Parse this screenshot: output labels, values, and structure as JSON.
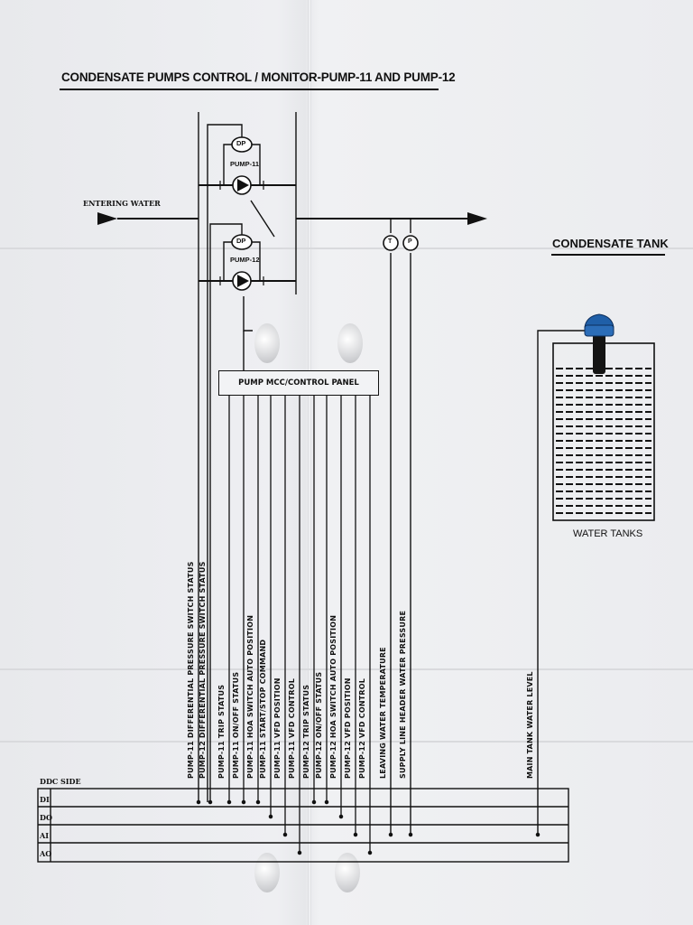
{
  "title": "CONDENSATE PUMPS CONTROL / MONITOR-PUMP-11 AND PUMP-12",
  "tank_title": "CONDENSATE TANK",
  "tank_label": "WATER TANKS",
  "entering_label": "ENTERING WATER",
  "pumps": [
    {
      "dp": "DP",
      "name": "PUMP-11"
    },
    {
      "dp": "DP",
      "name": "PUMP-12"
    }
  ],
  "sensors": {
    "temp": "T",
    "flow": "P"
  },
  "panel_label": "PUMP MCC/CONTROL PANEL",
  "ddc_label": "DDC SIDE",
  "buses": [
    "DI",
    "DO",
    "AI",
    "AO"
  ],
  "points": [
    "PUMP-11 DIFFERENTIAL PRESSURE SWITCH STATUS",
    "PUMP-12 DIFFERENTIAL PRESSURE SWITCH STATUS",
    "PUMP-11 TRIP STATUS",
    "PUMP-11 ON/OFF STATUS",
    "PUMP-11 HOA SWITCH AUTO POSITION",
    "PUMP-11 START/STOP COMMAND",
    "PUMP-11 VFD POSITION",
    "PUMP-11 VFD CONTROL",
    "PUMP-12 TRIP STATUS",
    "PUMP-12 ON/OFF STATUS",
    "PUMP-12 HOA SWITCH AUTO POSITION",
    "PUMP-12 VFD POSITION",
    "PUMP-12 VFD CONTROL",
    "LEAVING WATER TEMPERATURE",
    "SUPPLY LINE HEADER WATER PRESSURE",
    "MAIN TANK WATER LEVEL"
  ],
  "colors": {
    "ink": "#111111",
    "sensor_cap": "#1f5fa8",
    "sensor_body": "#141414",
    "paper": "#ebecef"
  }
}
